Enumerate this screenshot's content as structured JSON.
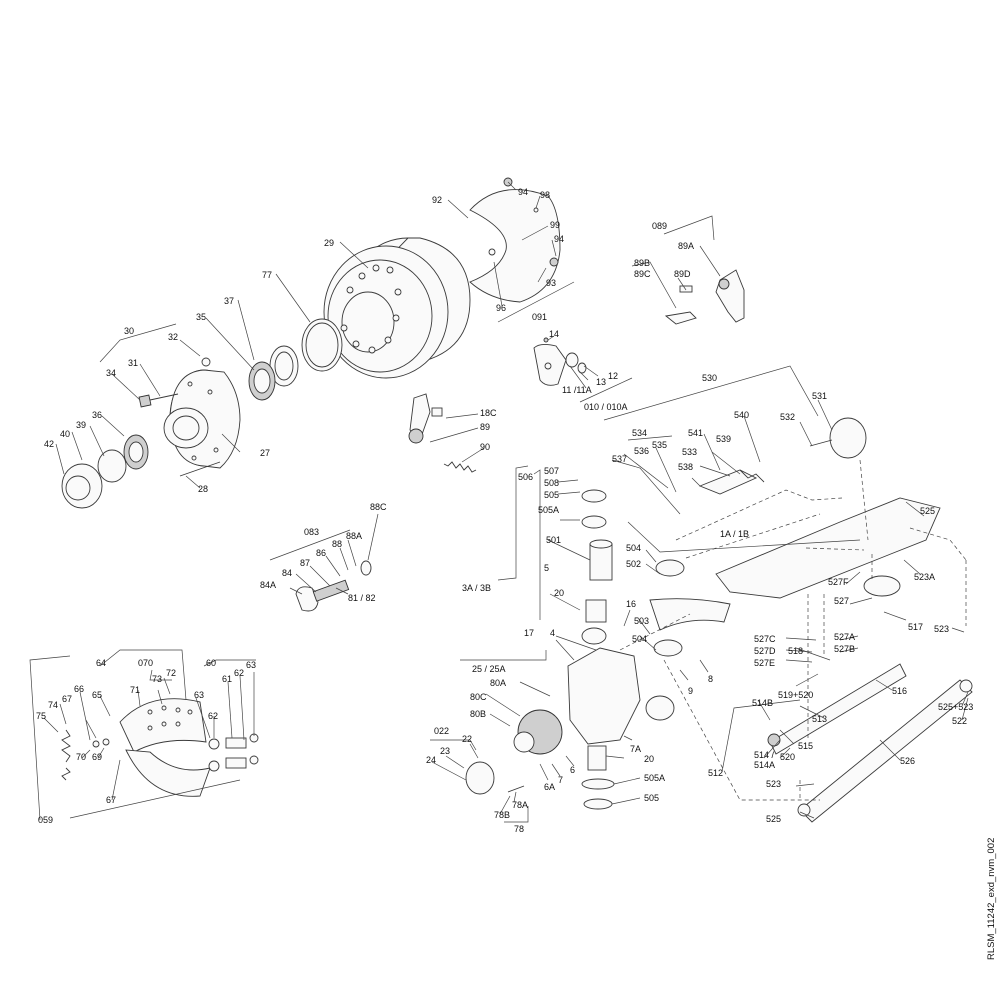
{
  "drawing_ref": "RLSM_11242_exd_nvm_002",
  "callouts": {
    "c29": "29",
    "c77": "77",
    "c37": "37",
    "c35": "35",
    "c30": "30",
    "c32": "32",
    "c31": "31",
    "c34": "34",
    "c36": "36",
    "c39": "39",
    "c40": "40",
    "c42": "42",
    "c27": "27",
    "c28": "28",
    "c92": "92",
    "c94a": "94",
    "c98": "98",
    "c99": "99",
    "c94b": "94",
    "c96": "96",
    "c93": "93",
    "c091": "091",
    "c089": "089",
    "c89A": "89A",
    "c89B": "89B",
    "c89C": "89C",
    "c89D": "89D",
    "c14": "14",
    "c11_11A": "11 /11A",
    "c13": "13",
    "c12": "12",
    "c010": "010 / 010A",
    "c18C": "18C",
    "c89": "89",
    "c90": "90",
    "c88C": "88C",
    "c083": "083",
    "c88A": "88A",
    "c88": "88",
    "c86": "86",
    "c87": "87",
    "c84": "84",
    "c84A": "84A",
    "c81_82": "81 / 82",
    "c530": "530",
    "c531": "531",
    "c532": "532",
    "c540": "540",
    "c541": "541",
    "c539": "539",
    "c533": "533",
    "c538": "538",
    "c534": "534",
    "c535": "535",
    "c536": "536",
    "c537": "537",
    "c506": "506",
    "c507": "507",
    "c508": "508",
    "c505_top": "505",
    "c505A_top": "505A",
    "c501": "501",
    "c504_top": "504",
    "c502": "502",
    "c5": "5",
    "c20_top": "20",
    "c16": "16",
    "c503": "503",
    "c504_mid": "504",
    "c3A_3B": "3A / 3B",
    "c1A_1B": "1A / 1B",
    "c525_top": "525",
    "c523A": "523A",
    "c527F": "527F",
    "c527": "527",
    "c517": "517",
    "c523_right": "523",
    "c527C": "527C",
    "c527D": "527D",
    "c527E": "527E",
    "c527A": "527A",
    "c527B": "527B",
    "c518": "518",
    "c519_520": "519+520",
    "c516": "516",
    "c514B": "514B",
    "c513": "513",
    "c515": "515",
    "c514_514A": "514 /\n514A",
    "c514": "514 /",
    "c514A": "514A",
    "c520": "520",
    "c512": "512",
    "c525_523": "525+523",
    "c522": "522",
    "c526": "526",
    "c523_bot": "523",
    "c525_bot": "525",
    "c17": "17",
    "c4": "4",
    "c25_25A": "25 / 25A",
    "c80A": "80A",
    "c80C": "80C",
    "c80B": "80B",
    "c9": "9",
    "c8": "8",
    "c7A": "7A",
    "c20_bot": "20",
    "c022": "022",
    "c22": "22",
    "c23": "23",
    "c24": "24",
    "c6A": "6A",
    "c7": "7",
    "c6": "6",
    "c505A_bot": "505A",
    "c505_bot": "505",
    "c78A": "78A",
    "c78B": "78B",
    "c78": "78",
    "c64": "64",
    "c070": "070",
    "c72": "72",
    "c73": "73",
    "c71": "71",
    "c60": "60",
    "c63a": "63",
    "c65": "65",
    "c67a": "67",
    "c66": "66",
    "c74": "74",
    "c75": "75",
    "c63b": "63",
    "c62a": "62",
    "c61": "61",
    "c62b": "62",
    "c69": "69",
    "c70": "70",
    "c67b": "67",
    "c059": "059"
  }
}
